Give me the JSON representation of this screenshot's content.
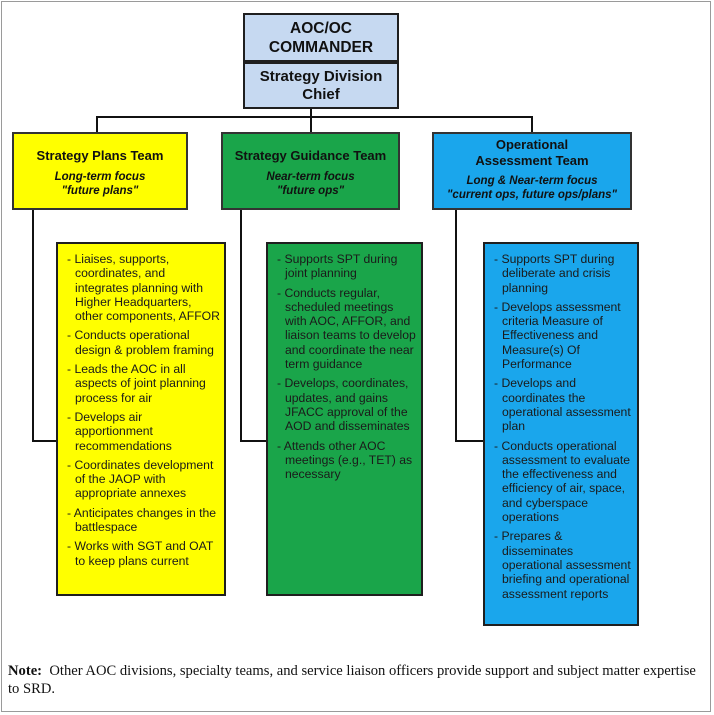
{
  "commander": {
    "title": "AOC/OC COMMANDER"
  },
  "chief": {
    "title": "Strategy Division Chief"
  },
  "teams": [
    {
      "name": "Strategy Plans Team",
      "focus": "Long-term focus",
      "quote": "\"future plans\"",
      "color": "#ffff00",
      "duties": [
        "Liaises, supports, coordinates, and integrates planning with Higher Headquarters, other components, AFFOR",
        "Conducts operational design & problem framing",
        "Leads the AOC in all aspects of joint planning process for air",
        "Develops air apportionment recommendations",
        "Coordinates development of the JAOP with appropriate annexes",
        "Anticipates changes in the battlespace",
        "Works with SGT and OAT to keep plans current"
      ]
    },
    {
      "name": "Strategy Guidance Team",
      "focus": "Near-term focus",
      "quote": "\"future ops\"",
      "color": "#1aa54a",
      "duties": [
        "Supports SPT during joint planning",
        "Conducts regular, scheduled meetings with AOC, AFFOR, and liaison teams to develop and coordinate the near term guidance",
        "Develops, coordinates, updates, and gains JFACC approval of the AOD and disseminates",
        "Attends other AOC meetings (e.g., TET) as necessary"
      ]
    },
    {
      "name": "Operational Assessment Team",
      "focus": "Long & Near-term focus",
      "quote": "\"current ops, future ops/plans\"",
      "color": "#1aa6ec",
      "duties": [
        "Supports SPT during deliberate and crisis planning",
        "Develops assessment criteria Measure of Effectiveness and Measure(s) Of Performance",
        "Develops and coordinates the operational assessment plan",
        "Conducts operational assessment to evaluate the effectiveness and efficiency of air, space, and cyberspace operations",
        "Prepares & disseminates operational assessment briefing and operational assessment reports"
      ]
    }
  ],
  "note": {
    "label": "Note:",
    "text": "Other AOC divisions, specialty teams, and service liaison officers provide support and subject matter expertise to SRD."
  },
  "colors": {
    "top_box": "#c6d9f1",
    "line": "#111111"
  }
}
